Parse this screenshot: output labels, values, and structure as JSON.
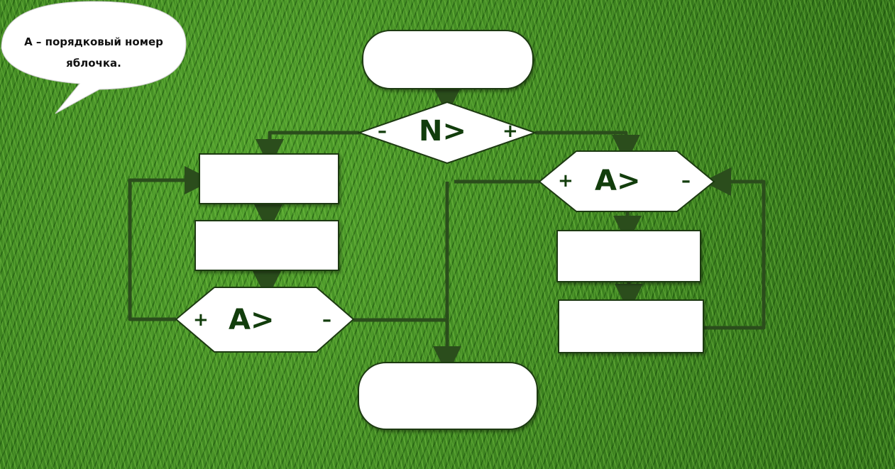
{
  "callout": {
    "line1": "A – порядковый номер",
    "line2": "яблочка."
  },
  "top_condition": {
    "text": "N>",
    "left_sign": "–",
    "right_sign": "+"
  },
  "right_condition": {
    "text": "A>",
    "left_sign": "+",
    "right_sign": "–"
  },
  "left_condition": {
    "text": "A>",
    "left_sign": "+",
    "right_sign": "–"
  },
  "colors": {
    "line": "#2b4d1c",
    "outline": "#1d3a12",
    "label": "#123d0c",
    "fill": "#ffffff"
  }
}
